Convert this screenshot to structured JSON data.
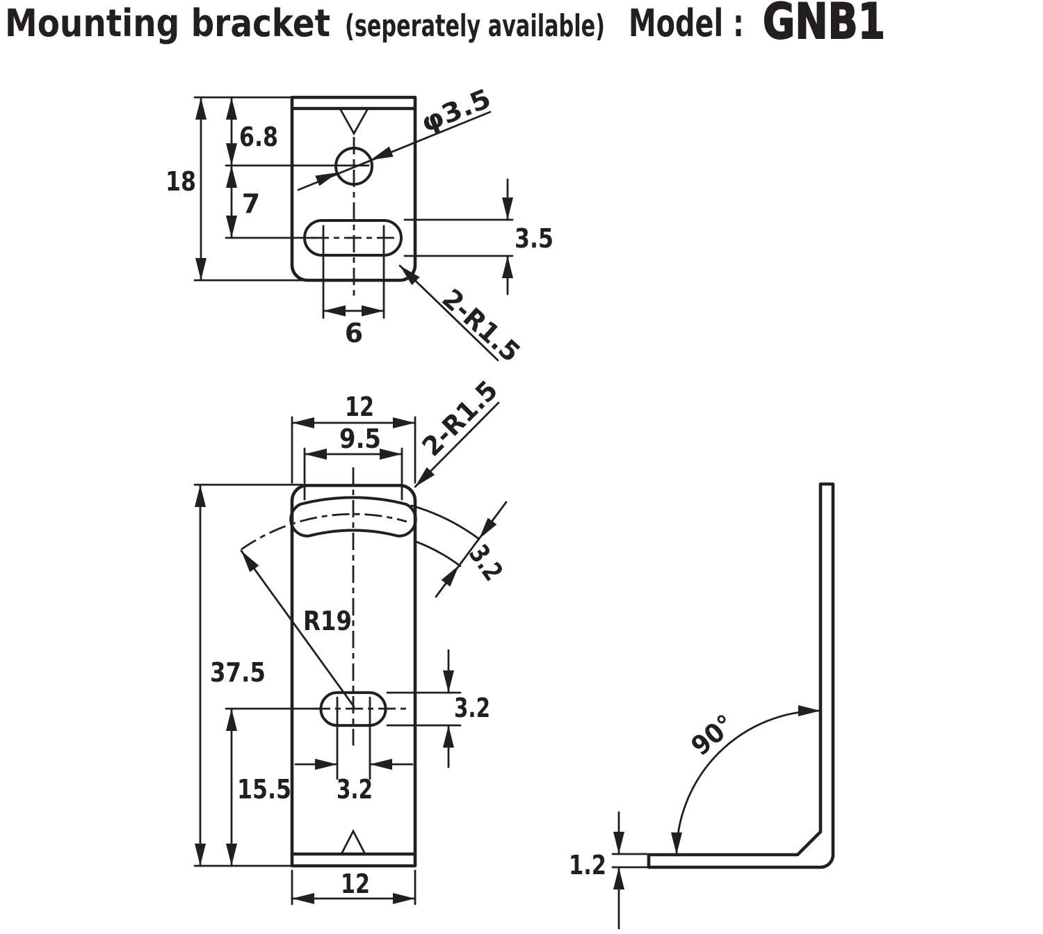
{
  "colors": {
    "ink": "#231f20",
    "background": "#ffffff"
  },
  "title": {
    "product": "Mounting bracket",
    "availability": "(seperately available)",
    "model_label": "Model :",
    "model_number": "GNB1"
  },
  "top_view": {
    "dim_overall_depth": "18",
    "dim_hole_from_edge": "6.8",
    "dim_hole_to_slot": "7",
    "dim_hole_diameter": "φ3.5",
    "dim_slot_height": "3.5",
    "dim_slot_center_distance": "6",
    "dim_corner_radius": "2-R1.5"
  },
  "front_view": {
    "dim_width_top": "12",
    "dim_arc_slot_centers": "9.5",
    "dim_corner_radius": "2-R1.5",
    "dim_arc_slot_width": "3.2",
    "dim_arc_radius": "R19",
    "dim_overall_height": "37.5",
    "dim_slot_from_bottom": "15.5",
    "dim_slot_center_distance": "3.2",
    "dim_slot_height": "3.2",
    "dim_width_bottom": "12"
  },
  "side_view": {
    "dim_bend_angle": "90°",
    "dim_thickness": "1.2"
  }
}
